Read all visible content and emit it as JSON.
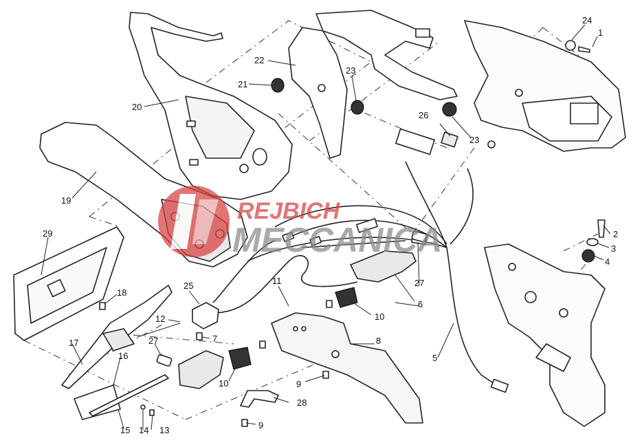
{
  "watermark": {
    "line1": "REJBICH",
    "line2": "MECCANICA",
    "red": "#d94040",
    "grey": "#888888"
  },
  "callouts": [
    {
      "id": "c1",
      "text": "1"
    },
    {
      "id": "c2",
      "text": "2"
    },
    {
      "id": "c3",
      "text": "3"
    },
    {
      "id": "c4",
      "text": "4"
    },
    {
      "id": "c5",
      "text": "5"
    },
    {
      "id": "c6",
      "text": "6"
    },
    {
      "id": "c7",
      "text": "7"
    },
    {
      "id": "c8",
      "text": "8"
    },
    {
      "id": "c9a",
      "text": "9"
    },
    {
      "id": "c9b",
      "text": "9"
    },
    {
      "id": "c10a",
      "text": "10"
    },
    {
      "id": "c10b",
      "text": "10"
    },
    {
      "id": "c11",
      "text": "11"
    },
    {
      "id": "c12",
      "text": "12"
    },
    {
      "id": "c13",
      "text": "13"
    },
    {
      "id": "c14",
      "text": "14"
    },
    {
      "id": "c15",
      "text": "15"
    },
    {
      "id": "c16",
      "text": "16"
    },
    {
      "id": "c17",
      "text": "17"
    },
    {
      "id": "c18",
      "text": "18"
    },
    {
      "id": "c19",
      "text": "19"
    },
    {
      "id": "c20",
      "text": "20"
    },
    {
      "id": "c21",
      "text": "21"
    },
    {
      "id": "c22",
      "text": "22"
    },
    {
      "id": "c23a",
      "text": "23"
    },
    {
      "id": "c23b",
      "text": "23"
    },
    {
      "id": "c24",
      "text": "24"
    },
    {
      "id": "c25",
      "text": "25"
    },
    {
      "id": "c26",
      "text": "26"
    },
    {
      "id": "c27a",
      "text": "27"
    },
    {
      "id": "c27b",
      "text": "27"
    },
    {
      "id": "c28",
      "text": "28"
    },
    {
      "id": "c29",
      "text": "29"
    }
  ]
}
